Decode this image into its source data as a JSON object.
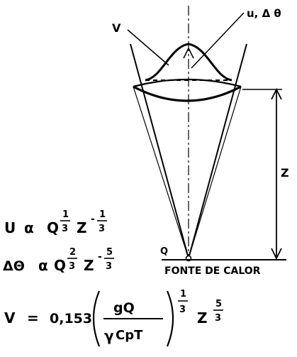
{
  "labels": {
    "velocity": "V",
    "u_delta_theta": "u, Δ θ",
    "height": "Z",
    "source_point": "Q",
    "source_caption": "FONTE DE CALOR"
  },
  "formulas": {
    "u": {
      "lhs": "U",
      "prop": "α",
      "q": "Q",
      "q_exp_num": "1",
      "q_exp_den": "3",
      "z": "Z",
      "z_exp_sign": "-",
      "z_exp_num": "1",
      "z_exp_den": "3"
    },
    "dtheta": {
      "lhs": "ΔΘ",
      "prop": "α",
      "q": "Q",
      "q_exp_num": "2",
      "q_exp_den": "3",
      "z": "Z",
      "z_exp_sign": "-",
      "z_exp_num": "5",
      "z_exp_den": "3"
    },
    "v": {
      "lhs": "V",
      "eq": "=",
      "coef": "0,153",
      "num": "gQ",
      "den_gamma": "γ",
      "den_rest": "CpT",
      "exp_num": "1",
      "exp_den": "3",
      "z": "Z",
      "z_exp_num": "5",
      "z_exp_den": "3"
    }
  },
  "colors": {
    "ink": "#000000",
    "background": "#ffffff"
  }
}
